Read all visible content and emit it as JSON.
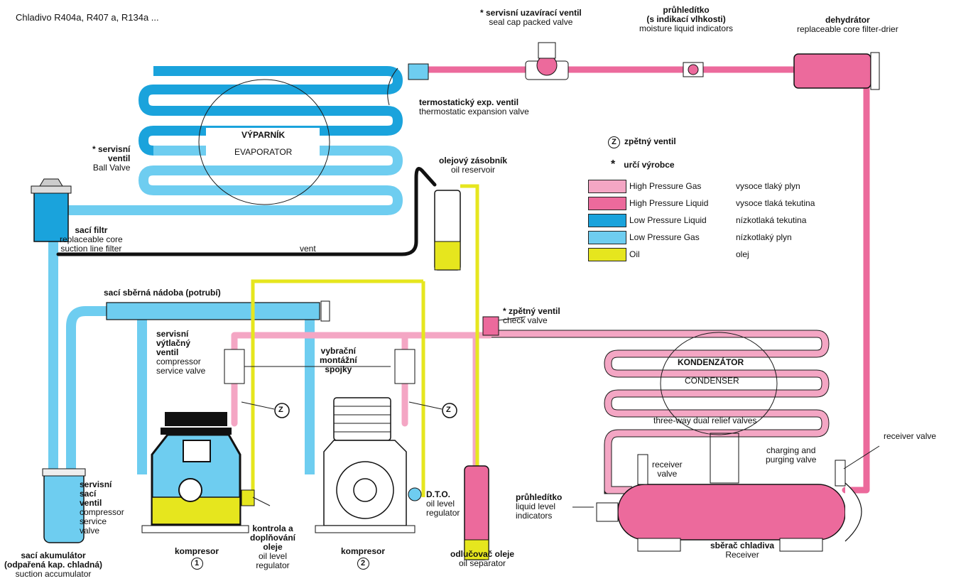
{
  "top_note": "Chladivo R404a, R407 a, R134a ...",
  "labels": {
    "seal_valve_cz": "* servisní uzavírací ventil",
    "seal_valve_en": "seal cap packed valve",
    "sight_glass_cz_1": "průhledítko",
    "sight_glass_cz_2": "(s indikací vlhkosti)",
    "sight_glass_en": "moisture liquid indicators",
    "dryer_cz": "dehydrátor",
    "dryer_en": "replaceable core filter-drier",
    "txv_cz": "termostatický  exp. ventil",
    "txv_en": "thermostatic expansion valve",
    "evap_cz": "VÝPARNÍK",
    "evap_en": "EVAPORATOR",
    "ball_valve_cz_1": "* servisní",
    "ball_valve_cz_2": "ventil",
    "ball_valve_en": "Ball Valve",
    "oil_res_cz": "olejový zásobník",
    "oil_res_en": "oil reservoir",
    "suction_filter_cz": "sací filtr",
    "suction_filter_en_1": "replaceable core",
    "suction_filter_en_2": "suction line filter",
    "vent": "vent",
    "header_cz": "sací sběrná nádoba (potrubí)",
    "disch_valve_cz_1": "servisní",
    "disch_valve_cz_2": "výtlačný",
    "disch_valve_cz_3": "ventil",
    "disch_valve_en_1": "compressor",
    "disch_valve_en_2": "service valve",
    "vib_cz_1": "vybrační",
    "vib_cz_2": "montážní",
    "vib_cz_3": "spojky",
    "check_cz": "* zpětný ventil",
    "check_en": "check valve",
    "cond_cz": "KONDENZÁTOR",
    "cond_en": "CONDENSER",
    "relief": "three-way dual relief valves",
    "recv_valve_right": "receiver valve",
    "charging_1": "charging and",
    "charging_2": "purging valve",
    "recv_valve_mid_1": "receiver",
    "recv_valve_mid_2": "valve",
    "level_ind_cz": "průhledítko",
    "level_ind_en_1": "liquid level",
    "level_ind_en_2": "indicators",
    "receiver_cz": "sběrač chladiva",
    "receiver_en": "Receiver",
    "suction_valve_cz_1": "servisní",
    "suction_valve_cz_2": "sací",
    "suction_valve_cz_3": "ventil",
    "suction_valve_en_1": "compressor",
    "suction_valve_en_2": "service",
    "suction_valve_en_3": "valve",
    "accum_cz_1": "sací akumulátor",
    "accum_cz_2": "(odpařená kap. chladná)",
    "accum_en": "suction accumulator",
    "comp1": "kompresor",
    "comp1_num": "1",
    "oil_ctrl_cz_1": "kontrola a",
    "oil_ctrl_cz_2": "doplňování",
    "oil_ctrl_cz_3": "oleje",
    "oil_ctrl_en_1": "oil level",
    "oil_ctrl_en_2": "regulator",
    "comp2": "kompresor",
    "comp2_num": "2",
    "dto_cz": "D.T.O.",
    "dto_en_1": "oil level",
    "dto_en_2": "regulator",
    "oil_sep_cz": "odlučovač oleje",
    "oil_sep_en": "oil separator",
    "z_mark": "Z"
  },
  "symbols": {
    "check_symbol": "Z",
    "check_label": "zpětný ventil",
    "star_symbol": "*",
    "star_label": "určí výrobce"
  },
  "legend": [
    {
      "en": "High Pressure Gas",
      "cz": "vysoce tlaký plyn",
      "color": "#f4a6c4"
    },
    {
      "en": "High Pressure Liquid",
      "cz": "vysoce tlaká tekutina",
      "color": "#ec6a9c"
    },
    {
      "en": "Low Pressure Liquid",
      "cz": "nízkotlaká tekutina",
      "color": "#1aa3dc"
    },
    {
      "en": "Low Pressure Gas",
      "cz": "nízkotlaký plyn",
      "color": "#6ecdf0"
    },
    {
      "en": "Oil",
      "cz": "olej",
      "color": "#e6e61e"
    }
  ]
}
